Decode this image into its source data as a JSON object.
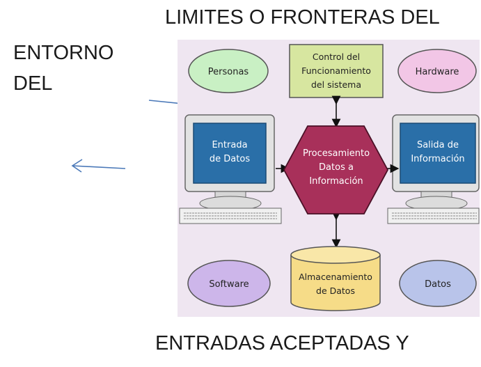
{
  "slide": {
    "title_top": "LIMITES O FRONTERAS DEL",
    "side_lines": [
      "ENTORNO",
      "DEL"
    ],
    "title_bottom": "ENTRADAS ACEPTADAS Y"
  },
  "diagram": {
    "ovals": {
      "personas": "Personas",
      "hardware": "Hardware",
      "software": "Software",
      "datos": "Datos"
    },
    "control": [
      "Control del",
      "Funcionamiento",
      "del sistema"
    ],
    "entrada": [
      "Entrada",
      "de Datos"
    ],
    "salida": [
      "Salida de",
      "Información"
    ],
    "proceso": [
      "Procesamiento",
      "Datos a",
      "Información"
    ],
    "almacenamiento": [
      "Almacenamiento",
      "de Datos"
    ]
  },
  "colors": {
    "panel_bg": "#efe6f1",
    "personas_fill": "#c9f0c4",
    "hardware_fill": "#f2c6e6",
    "software_fill": "#cdb6ea",
    "datos_fill": "#b9c4ea",
    "control_fill": "#d7e6a0",
    "screen_fill": "#2a6fa8",
    "hexagon_fill": "#a8305a",
    "cylinder_fill": "#f6dc88",
    "arrow_color": "#4a78b8"
  }
}
